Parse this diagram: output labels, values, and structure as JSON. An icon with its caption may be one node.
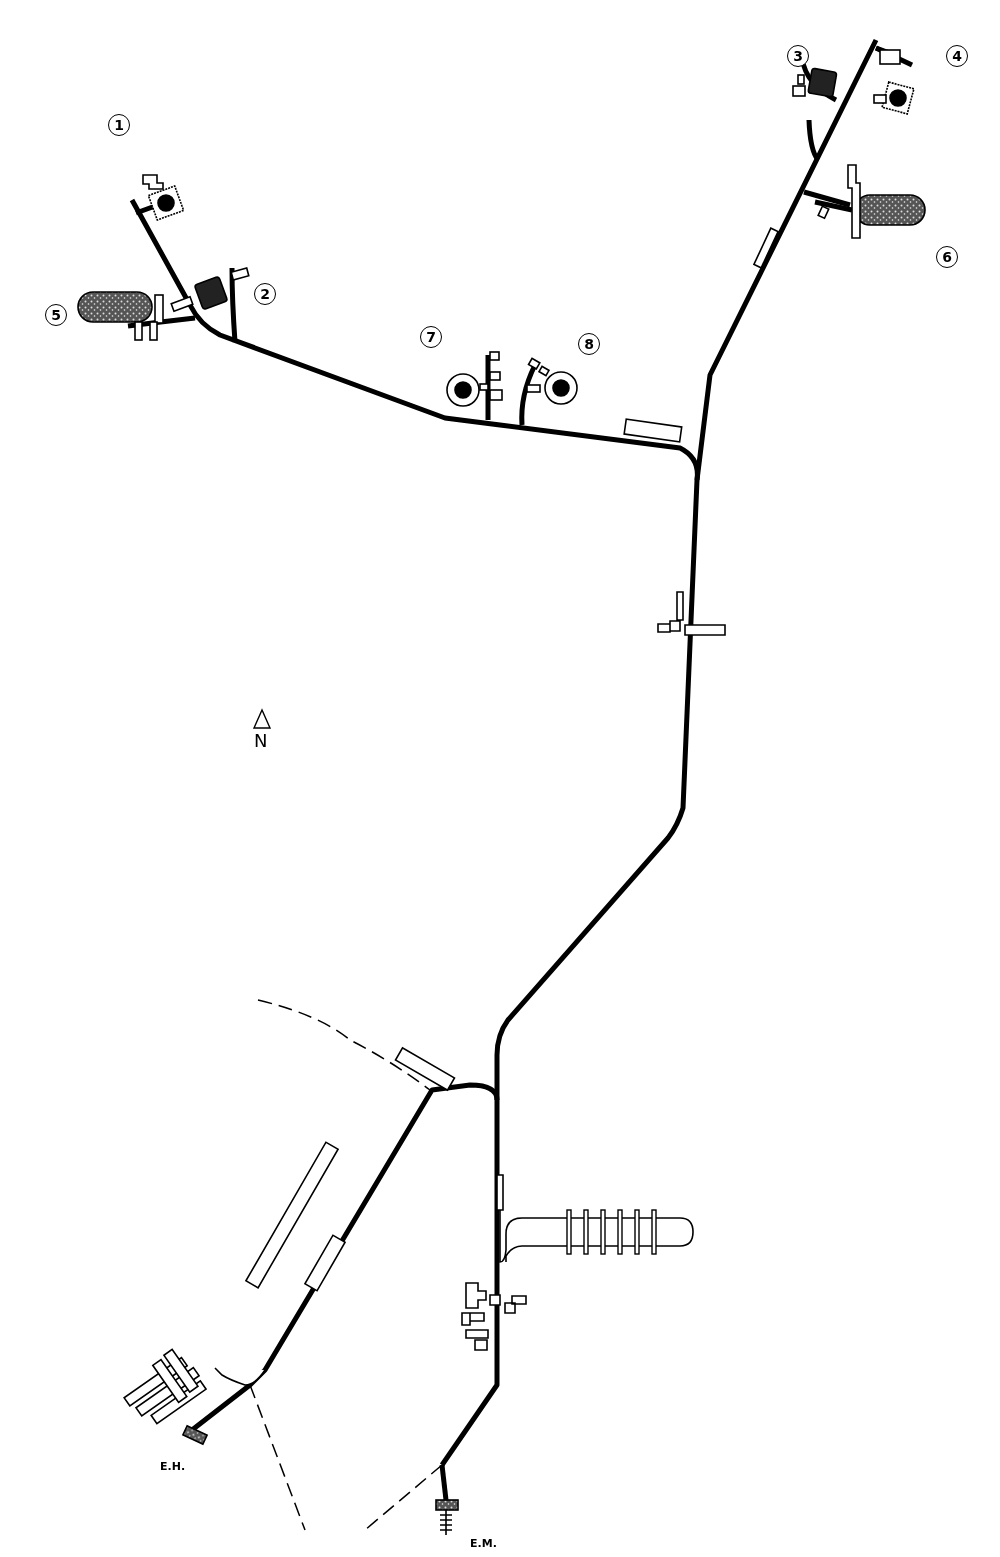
{
  "diagram": {
    "labels": [
      "3",
      "4",
      "1",
      "6",
      "2",
      "5",
      "7",
      "8",
      "N",
      "E.H.",
      "E.M."
    ]
  }
}
